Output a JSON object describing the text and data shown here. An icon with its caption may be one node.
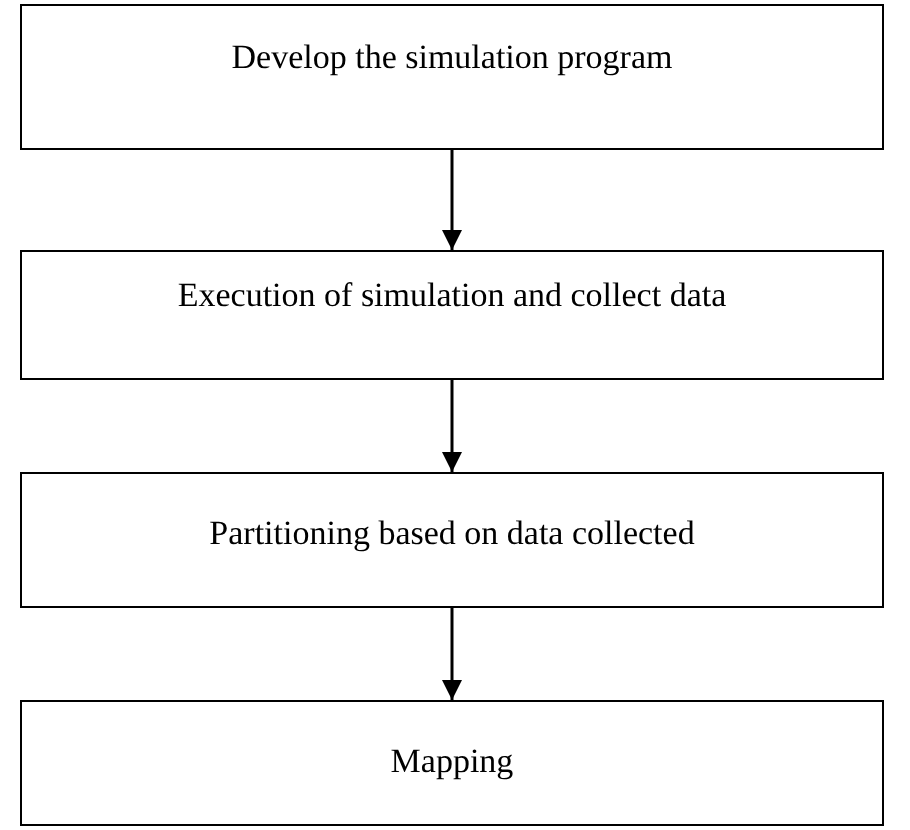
{
  "diagram": {
    "nodes": [
      {
        "text": [
          "Develop the simulation program"
        ]
      },
      {
        "text": [
          "Execution of simulation and collect data"
        ]
      },
      {
        "text": [
          "Partitioning based on data collected"
        ]
      },
      {
        "text": [
          "Mapping"
        ]
      }
    ],
    "edges": [
      {
        "from": 0,
        "to": 1,
        "arrow": "to"
      },
      {
        "from": 1,
        "to": 2,
        "arrow": "to"
      },
      {
        "from": 2,
        "to": 3,
        "arrow": "to"
      }
    ]
  }
}
